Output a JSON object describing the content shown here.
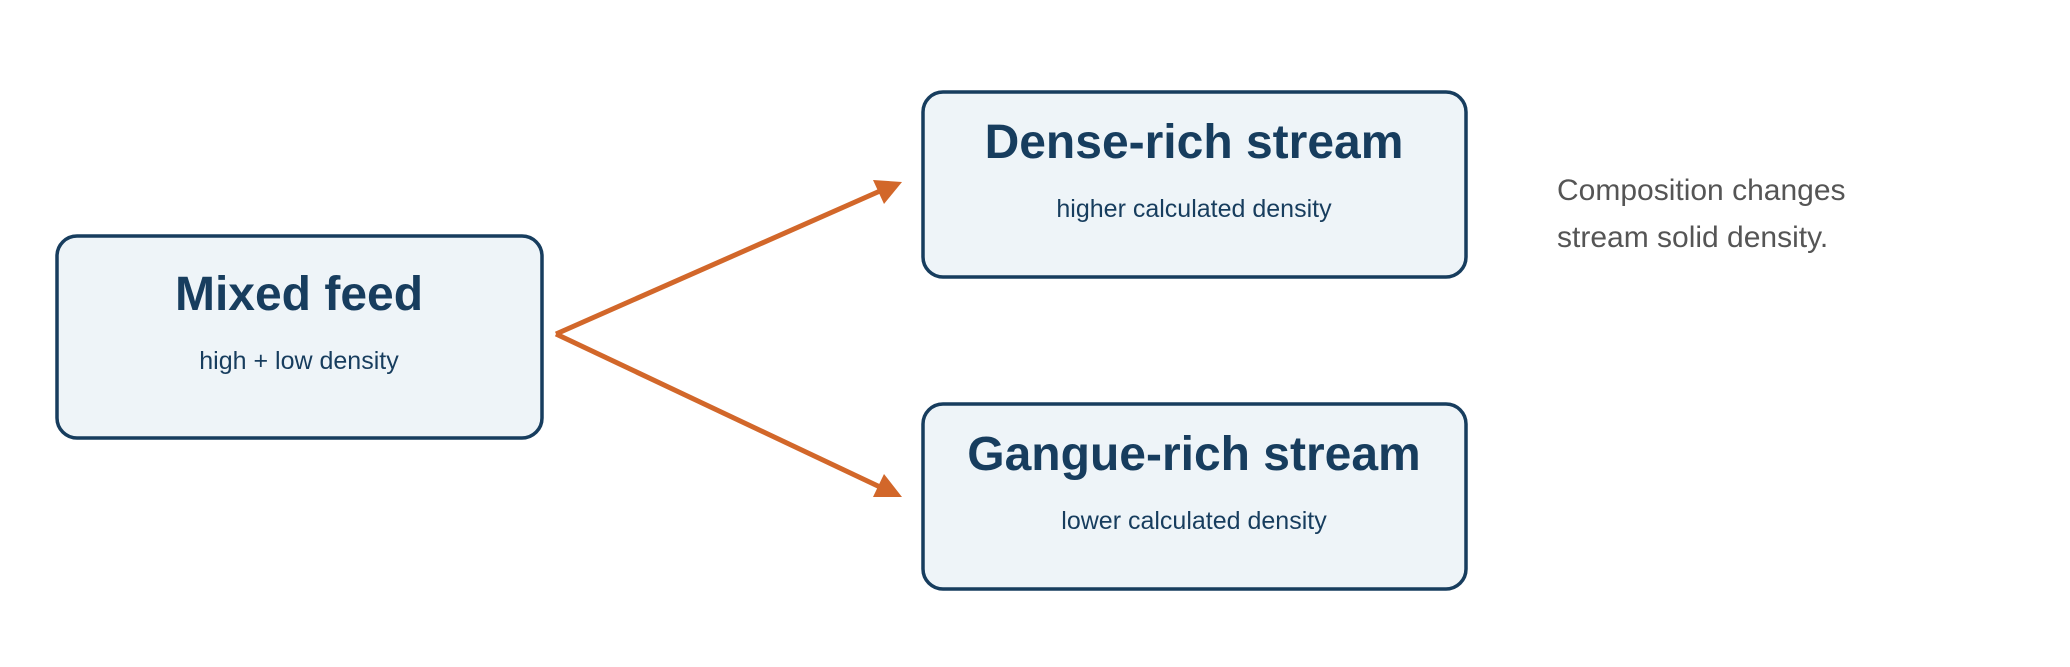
{
  "nodes": {
    "mixed_feed": {
      "title": "Mixed feed",
      "subtitle": "high + low density"
    },
    "dense_rich": {
      "title": "Dense-rich stream",
      "subtitle": "higher calculated density"
    },
    "gangue_rich": {
      "title": "Gangue-rich stream",
      "subtitle": "lower calculated density"
    }
  },
  "note": {
    "line1": "Composition changes",
    "line2": "stream solid density."
  },
  "colors": {
    "box_fill": "#eef4f8",
    "box_stroke": "#173d5e",
    "arrow": "#d2672a",
    "note_text": "#555555"
  }
}
